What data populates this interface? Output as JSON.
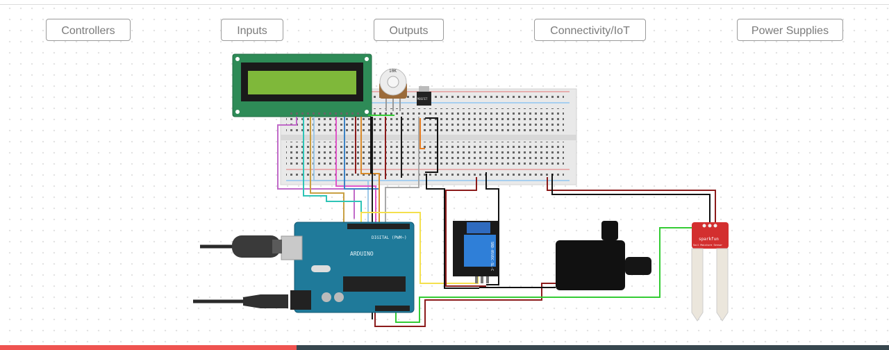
{
  "categories": {
    "controllers": "Controllers",
    "inputs": "Inputs",
    "outputs": "Outputs",
    "connectivity": "Connectivity/IoT",
    "power": "Power Supplies"
  },
  "components": {
    "arduino_label": "ARDUINO",
    "arduino_digital": "DIGITAL (PWM~)",
    "relay_label": "SRD-05VDC-SL-C",
    "mosfet_label": "MOSFET",
    "pot_label": "10K",
    "sparkfun_brand": "sparkfun",
    "sparkfun_sensor": "Soil Moisture Sensor"
  },
  "colors": {
    "progress_done": "#ef5350",
    "progress_rest": "#37474f",
    "lcd_board": "#2e8b57",
    "lcd_screen": "#7fb83a",
    "arduino": "#1f7a9a",
    "sensor": "#d32f2f"
  }
}
